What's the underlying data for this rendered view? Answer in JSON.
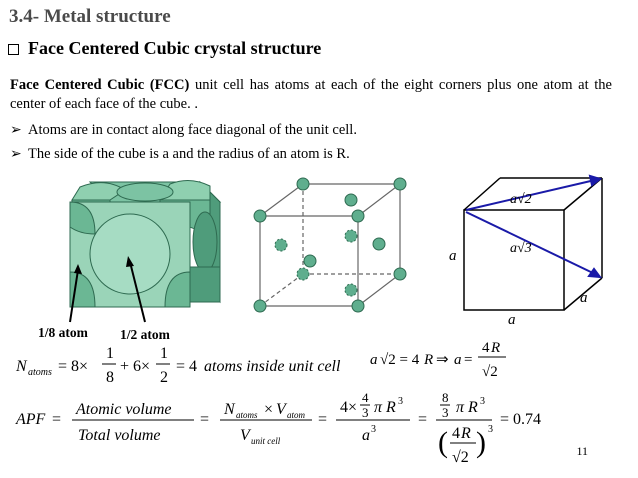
{
  "heading": "3.4-  Metal structure",
  "subheading": "Face Centered Cubic crystal structure",
  "intro": {
    "bold": "Face Centered Cubic (FCC)",
    "rest": " unit cell has atoms at each of the eight corners plus one atom at the center of each face of the cube. ."
  },
  "points": [
    "Atoms are in contact along face diagonal of the unit cell.",
    "The side of the cube is a and the radius of an atom is R."
  ],
  "figure_labels": {
    "eighth": "1/8 atom",
    "half": "1/2 atom"
  },
  "cube_labels": {
    "face_diag": "a√2",
    "body_diag": "a√3",
    "a_left": "a",
    "a_right": "a",
    "a_bottom": "a"
  },
  "equations": {
    "n_atoms": "N",
    "n_sub": "atoms",
    "n_expr_tail": "= 4 atoms inside unit cell",
    "relation": "a√2 = 4R ⇒ a =",
    "apf_lhs": "APF =",
    "apf_frac_top": "Atomic volume",
    "apf_frac_bot": "Total volume",
    "result": "= 0.74"
  },
  "page_number": "11",
  "colors": {
    "atom_fill": "#5fae8e",
    "atom_dark": "#3e8a6a",
    "arrow_blue": "#1a1aa8",
    "heading_gray": "#4a4a4a"
  }
}
